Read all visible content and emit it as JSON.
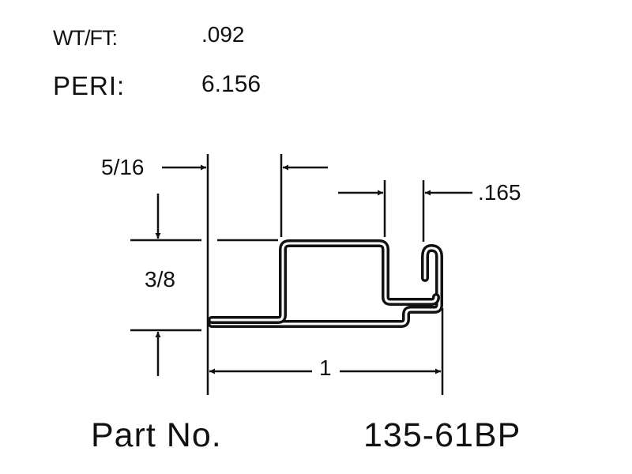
{
  "specs": {
    "weight_label": "WT/FT:",
    "weight_value": ".092",
    "perimeter_label": "PERI:",
    "perimeter_value": "6.156"
  },
  "dimensions": {
    "top_width": "5/16",
    "hook_gap": ".165",
    "height": "3/8",
    "overall_width": "1"
  },
  "footer": {
    "part_label": "Part No.",
    "part_number": "135-61BP"
  }
}
